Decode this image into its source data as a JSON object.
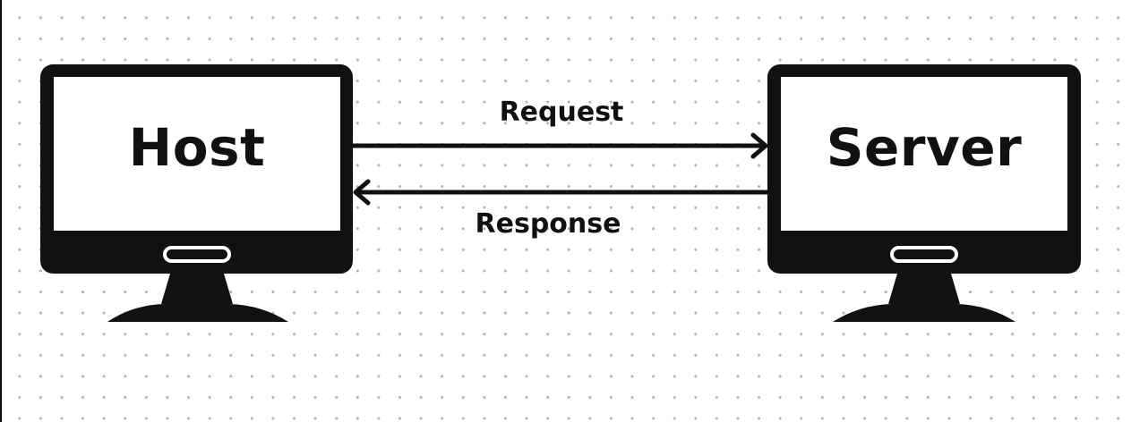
{
  "diagram": {
    "left_node": {
      "label": "Host",
      "icon": "monitor-icon"
    },
    "right_node": {
      "label": "Server",
      "icon": "monitor-icon"
    },
    "edges": [
      {
        "label": "Request",
        "from": "Host",
        "to": "Server"
      },
      {
        "label": "Response",
        "from": "Server",
        "to": "Host"
      }
    ]
  },
  "colors": {
    "ink": "#111111",
    "screen": "#ffffff",
    "dot": "#b4b4b4",
    "background": "#ffffff"
  }
}
